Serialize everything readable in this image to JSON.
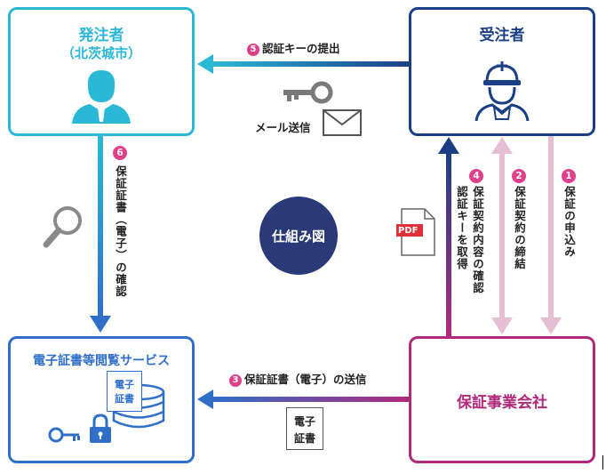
{
  "nodes": {
    "orderer": {
      "title": "発注者",
      "subtitle": "（北茨城市）"
    },
    "contractor": {
      "title": "受注者"
    },
    "service": {
      "title": "電子証書等閲覧サービス",
      "doc_line1": "電子",
      "doc_line2": "証書"
    },
    "guarantee": {
      "title": "保証事業会社"
    }
  },
  "center": {
    "label": "仕組み図"
  },
  "flows": {
    "step1": {
      "num": "1",
      "text": "保証の申込み"
    },
    "step2": {
      "num": "2",
      "text": "保証契約の締結"
    },
    "step3": {
      "num": "3",
      "text": "保証証書（電子）の送信"
    },
    "step4": {
      "num": "4",
      "text_line1": "保証契約内容の確認",
      "text_line2": "認証キーを取得"
    },
    "step5": {
      "num": "5",
      "text": "認証キーの提出"
    },
    "step6": {
      "num": "6",
      "text": "保証証書（電子）の確認"
    }
  },
  "icons": {
    "mail_label": "メール送信",
    "pdf_label": "PDF",
    "doc_line1": "電子",
    "doc_line2": "証書"
  },
  "colors": {
    "orderer": "#2bb7d6",
    "contractor": "#1b3f85",
    "service": "#2f6fc8",
    "guarantee": "#b02a7c",
    "step_badge": "#e0408a",
    "center": "#2a3a78"
  }
}
